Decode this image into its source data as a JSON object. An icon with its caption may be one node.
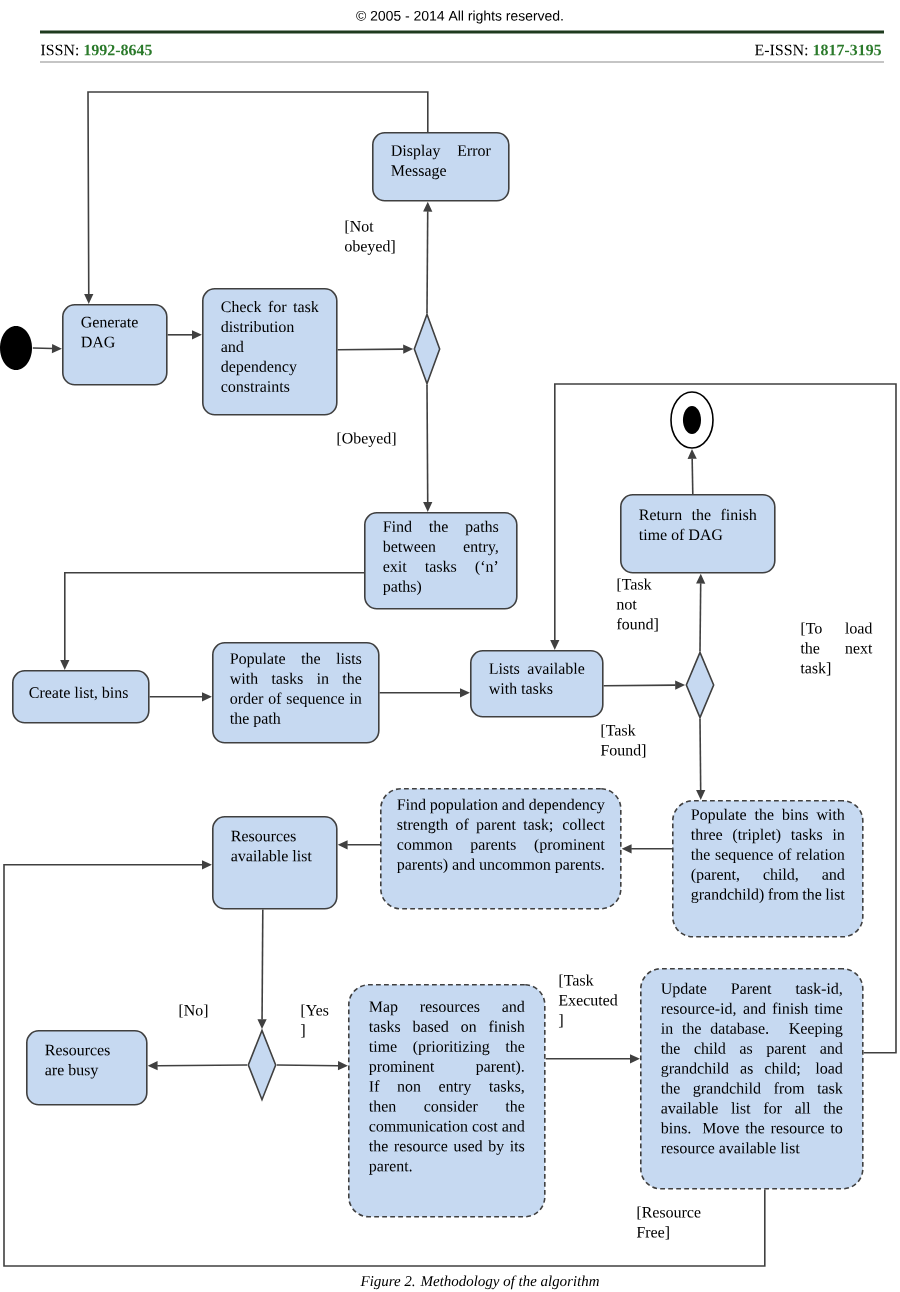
{
  "diagram": {
    "caption": "Figure 2. Methodology of the algorithm",
    "nodes": [
      {
        "text": [],
        "shape": "circle"
      },
      {
        "text": [
          "Generate DAG"
        ]
      },
      {
        "text": [
          "Check for task distribution and dependency constraints"
        ]
      },
      {
        "text": [],
        "shape": "diamond"
      },
      {
        "text": [
          "Display Error Message"
        ]
      },
      {
        "text": [
          "Find the paths between entry, exit tasks (‘n’ paths)"
        ]
      },
      {
        "text": [
          "Create list, bins"
        ]
      },
      {
        "text": [
          "Populate the lists with tasks in the order of sequence in the path"
        ]
      },
      {
        "text": [
          "Lists available with tasks"
        ]
      },
      {
        "text": [],
        "shape": "diamond"
      },
      {
        "text": [],
        "shape": "circle"
      },
      {
        "text": [
          "Return the finish time of DAG"
        ]
      },
      {
        "text": [
          "Populate the bins with three (triplet) tasks in the sequence of relation (parent, child, and grandchild) from the list"
        ]
      },
      {
        "text": [
          "Find population and dependency strength of parent task; collect common parents (prominent parents) and uncommon parents."
        ]
      },
      {
        "text": [
          "Resources available list"
        ]
      },
      {
        "text": [],
        "shape": "diamond"
      },
      {
        "text": [
          "Resources are busy"
        ]
      },
      {
        "text": [
          "Map resources and tasks based on finish time (prioritizing the prominent parent). If non entry tasks, then consider the communication cost and the resource used by its parent."
        ]
      },
      {
        "text": [
          "Update Parent task-id, resource-id, and finish time in the database. Keeping the child as parent and grandchild as child; load the grandchild from task available list for all the bins. Move the resource to resource available list"
        ]
      }
    ],
    "edges": [
      {
        "from": 0,
        "to": 1,
        "arrow": "to"
      },
      {
        "from": 1,
        "to": 2,
        "arrow": "to"
      },
      {
        "from": 2,
        "to": 3,
        "arrow": "to"
      },
      {
        "from": 3,
        "to": 4,
        "arrow": "to",
        "label": "[Not obeyed]"
      },
      {
        "from": 4,
        "to": 1,
        "arrow": "to"
      },
      {
        "from": 3,
        "to": 5,
        "arrow": "to",
        "label": "[Obeyed]"
      },
      {
        "from": 5,
        "to": 6,
        "arrow": "to"
      },
      {
        "from": 6,
        "to": 7,
        "arrow": "to"
      },
      {
        "from": 7,
        "to": 8,
        "arrow": "to"
      },
      {
        "from": 8,
        "to": 9,
        "arrow": "to"
      },
      {
        "from": 9,
        "to": 11,
        "arrow": "to",
        "label": "[Task not found]"
      },
      {
        "from": 11,
        "to": 10,
        "arrow": "to"
      },
      {
        "from": 9,
        "to": 12,
        "arrow": "to",
        "label": "[Task Found]"
      },
      {
        "from": 12,
        "to": 13,
        "arrow": "to"
      },
      {
        "from": 13,
        "to": 14,
        "arrow": "to"
      },
      {
        "from": 14,
        "to": 15,
        "arrow": "to"
      },
      {
        "from": 15,
        "to": 16,
        "arrow": "to",
        "label": "[No]"
      },
      {
        "from": 15,
        "to": 17,
        "arrow": "to",
        "label": "[Yes ]"
      },
      {
        "from": 17,
        "to": 18,
        "arrow": "to",
        "label": "[Task Executed ]"
      },
      {
        "from": 18,
        "to": 8,
        "arrow": "to",
        "label": "[To load the next task]"
      },
      {
        "from": 18,
        "to": 14,
        "arrow": "to",
        "label": "[Resource Free]"
      }
    ],
    "labels": [
      "© 2005 - 2014 All rights reserved.",
      "ISSN: **1992-8645**",
      "E-ISSN: **1817-3195**"
    ]
  }
}
